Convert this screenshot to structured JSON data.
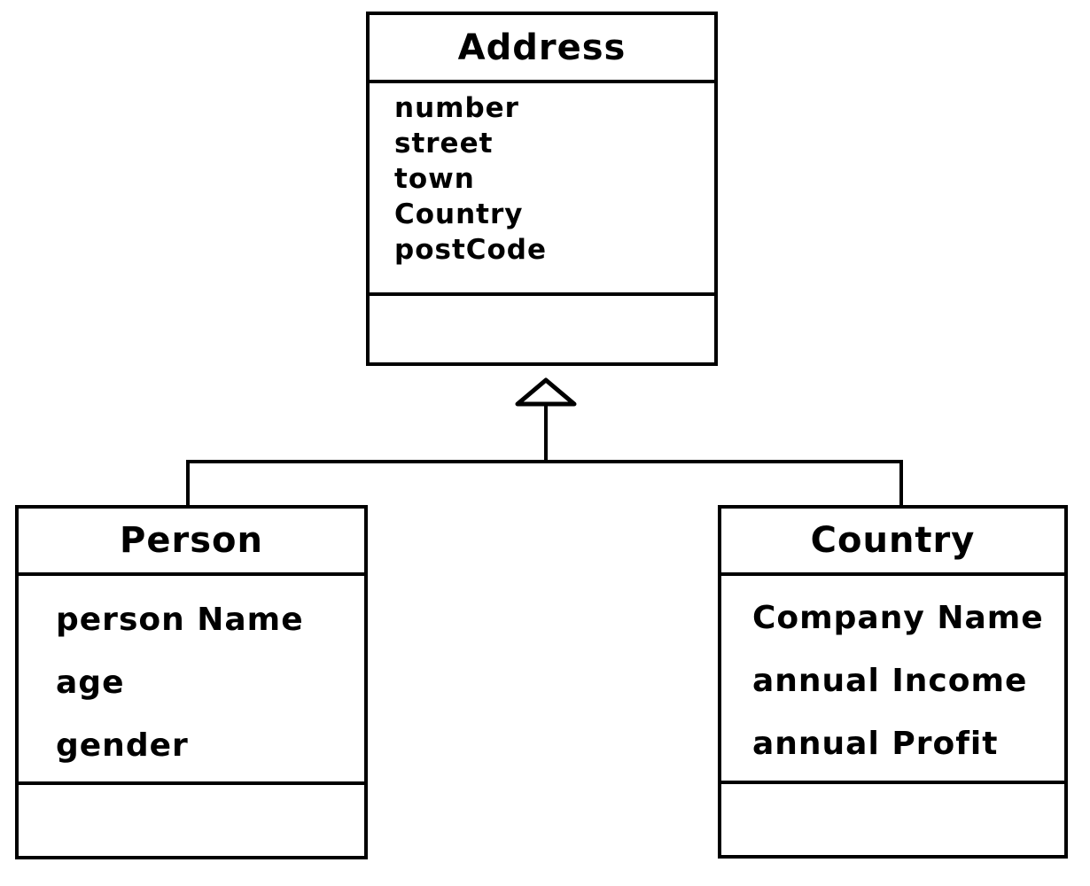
{
  "diagram": {
    "type": "uml-class-diagram",
    "style": "hand-drawn",
    "colors": {
      "stroke": "#000000",
      "background": "#ffffff"
    },
    "classes": [
      {
        "name": "Address",
        "attributes": [
          "number",
          "street",
          "town",
          "Country",
          "postCode"
        ],
        "operations": []
      },
      {
        "name": "Person",
        "attributes": [
          "person Name",
          "age",
          "gender"
        ],
        "operations": []
      },
      {
        "name": "Country",
        "attributes": [
          "Company Name",
          "annual Income",
          "annual Profit"
        ],
        "operations": []
      }
    ],
    "relationships": [
      {
        "type": "inheritance",
        "from": "Person",
        "to": "Address",
        "marker": "hollow-triangle"
      },
      {
        "type": "inheritance",
        "from": "Country",
        "to": "Address",
        "marker": "hollow-triangle"
      }
    ]
  }
}
